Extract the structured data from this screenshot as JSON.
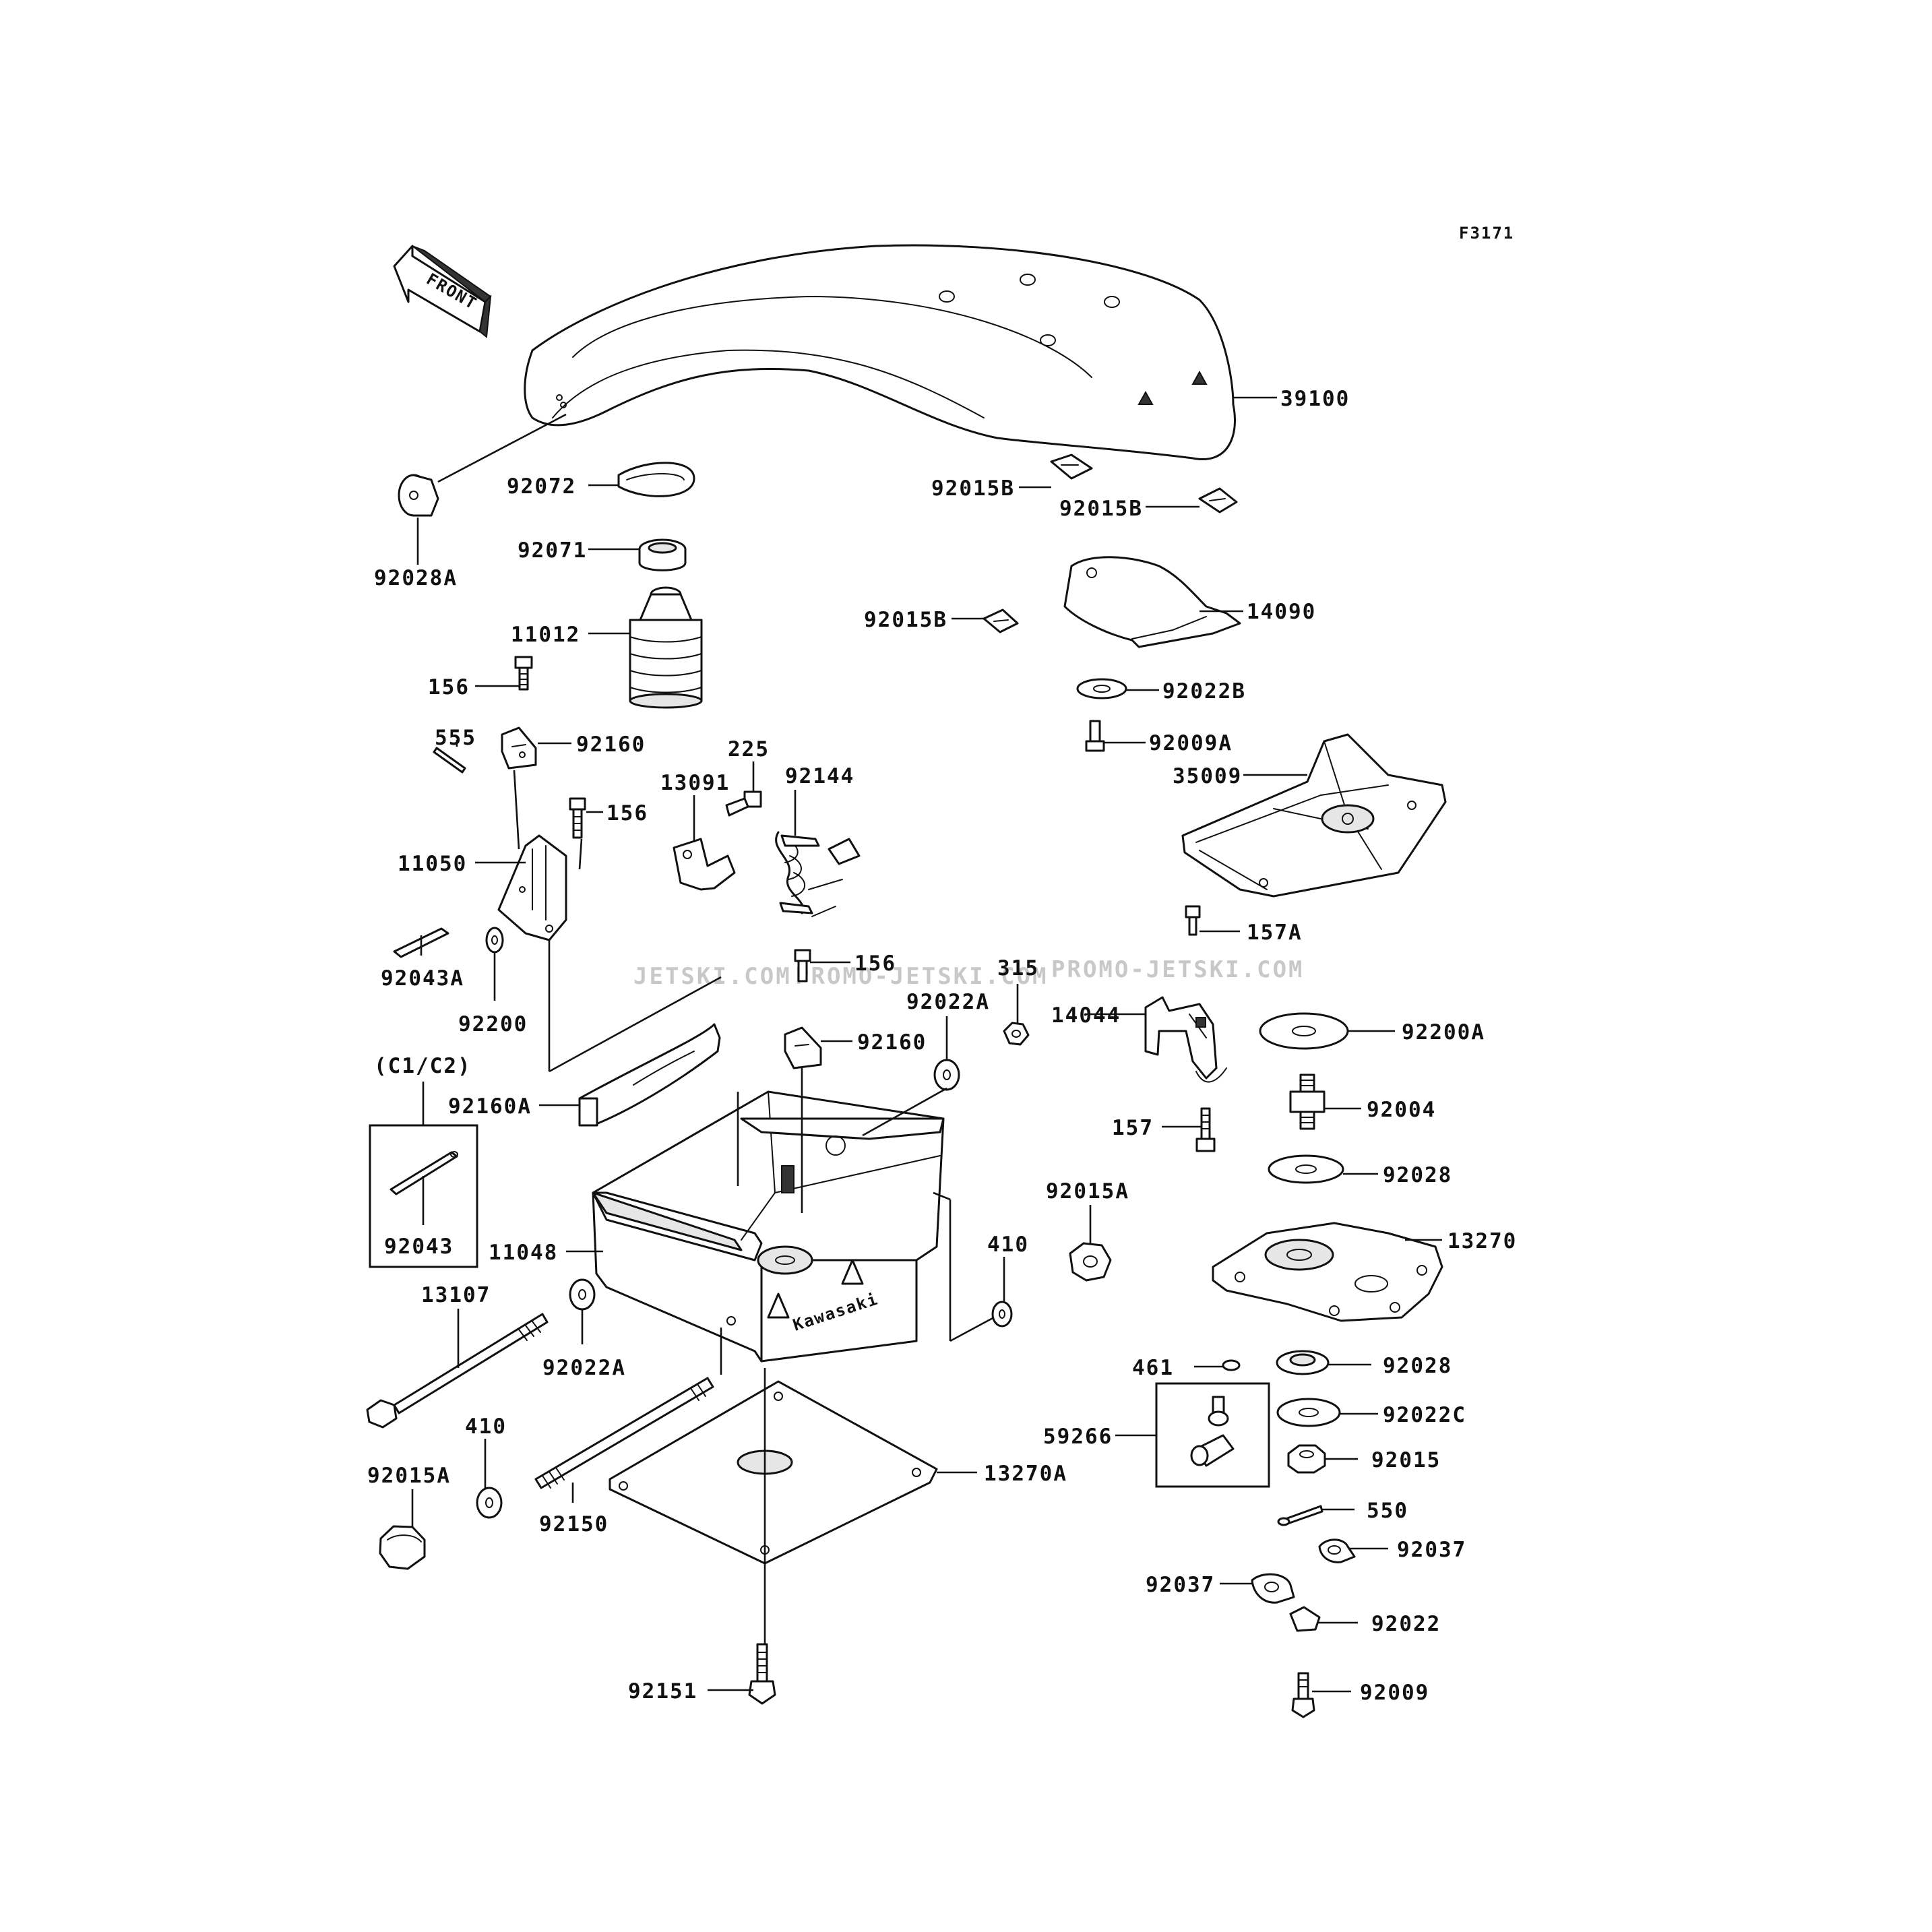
{
  "figure_code": "F3171",
  "front_arrow_label": "FRONT",
  "watermarks": [
    "JETSKI.COM",
    "PROMO-JETSKI.COM",
    "PROMO-JETSKI.COM"
  ],
  "callouts": [
    {
      "id": "39100",
      "label": "39100"
    },
    {
      "id": "92028A",
      "label": "92028A"
    },
    {
      "id": "92072",
      "label": "92072"
    },
    {
      "id": "92071",
      "label": "92071"
    },
    {
      "id": "11012",
      "label": "11012"
    },
    {
      "id": "156a",
      "label": "156"
    },
    {
      "id": "555",
      "label": "555"
    },
    {
      "id": "92160a",
      "label": "92160"
    },
    {
      "id": "156b",
      "label": "156"
    },
    {
      "id": "11050",
      "label": "11050"
    },
    {
      "id": "92043A",
      "label": "92043A"
    },
    {
      "id": "92200",
      "label": "92200"
    },
    {
      "id": "13091",
      "label": "13091"
    },
    {
      "id": "225",
      "label": "225"
    },
    {
      "id": "92144",
      "label": "92144"
    },
    {
      "id": "92015Ba",
      "label": "92015B"
    },
    {
      "id": "92015Bb",
      "label": "92015B"
    },
    {
      "id": "92015Bc",
      "label": "92015B"
    },
    {
      "id": "14090",
      "label": "14090"
    },
    {
      "id": "92022B",
      "label": "92022B"
    },
    {
      "id": "92009A",
      "label": "92009A"
    },
    {
      "id": "35009",
      "label": "35009"
    },
    {
      "id": "157A",
      "label": "157A"
    },
    {
      "id": "156c",
      "label": "156"
    },
    {
      "id": "315",
      "label": "315"
    },
    {
      "id": "92022Aa",
      "label": "92022A"
    },
    {
      "id": "14044",
      "label": "14044"
    },
    {
      "id": "92200A",
      "label": "92200A"
    },
    {
      "id": "92160b",
      "label": "92160"
    },
    {
      "id": "C1C2",
      "label": "(C1/C2)"
    },
    {
      "id": "92160A",
      "label": "92160A"
    },
    {
      "id": "92004",
      "label": "92004"
    },
    {
      "id": "157",
      "label": "157"
    },
    {
      "id": "92028a",
      "label": "92028"
    },
    {
      "id": "92015Aa",
      "label": "92015A"
    },
    {
      "id": "92043",
      "label": "92043"
    },
    {
      "id": "11048",
      "label": "11048"
    },
    {
      "id": "13270",
      "label": "13270"
    },
    {
      "id": "410a",
      "label": "410"
    },
    {
      "id": "13107",
      "label": "13107"
    },
    {
      "id": "92022Ab",
      "label": "92022A"
    },
    {
      "id": "461",
      "label": "461"
    },
    {
      "id": "92028b",
      "label": "92028"
    },
    {
      "id": "410b",
      "label": "410"
    },
    {
      "id": "59266",
      "label": "59266"
    },
    {
      "id": "92022C",
      "label": "92022C"
    },
    {
      "id": "92015Ab",
      "label": "92015A"
    },
    {
      "id": "92015",
      "label": "92015"
    },
    {
      "id": "13270A",
      "label": "13270A"
    },
    {
      "id": "550",
      "label": "550"
    },
    {
      "id": "92150",
      "label": "92150"
    },
    {
      "id": "92037a",
      "label": "92037"
    },
    {
      "id": "92037b",
      "label": "92037"
    },
    {
      "id": "92022",
      "label": "92022"
    },
    {
      "id": "92151",
      "label": "92151"
    },
    {
      "id": "92009",
      "label": "92009"
    }
  ]
}
